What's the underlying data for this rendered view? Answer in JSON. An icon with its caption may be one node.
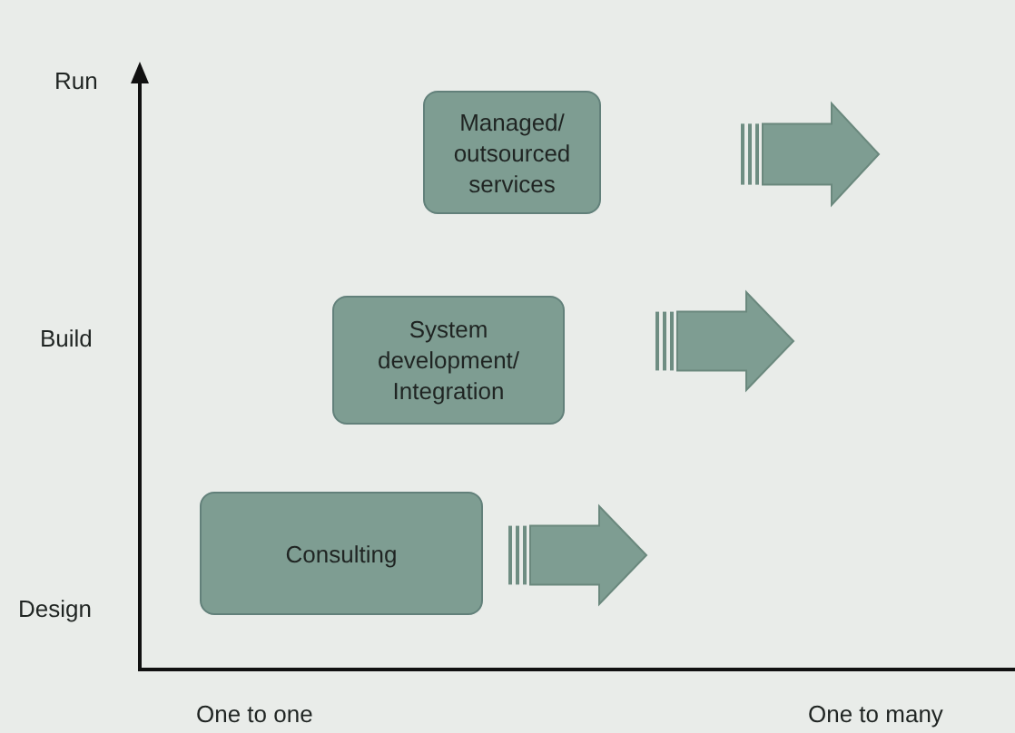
{
  "diagram": {
    "nodes": [
      {
        "text": [
          "Managed/ outsourced services"
        ]
      },
      {
        "text": [
          "System development/ Integration"
        ]
      },
      {
        "text": [
          "Consulting"
        ]
      }
    ],
    "labels": [
      "Run",
      "Build",
      "Design",
      "One to one",
      "One to many"
    ]
  }
}
